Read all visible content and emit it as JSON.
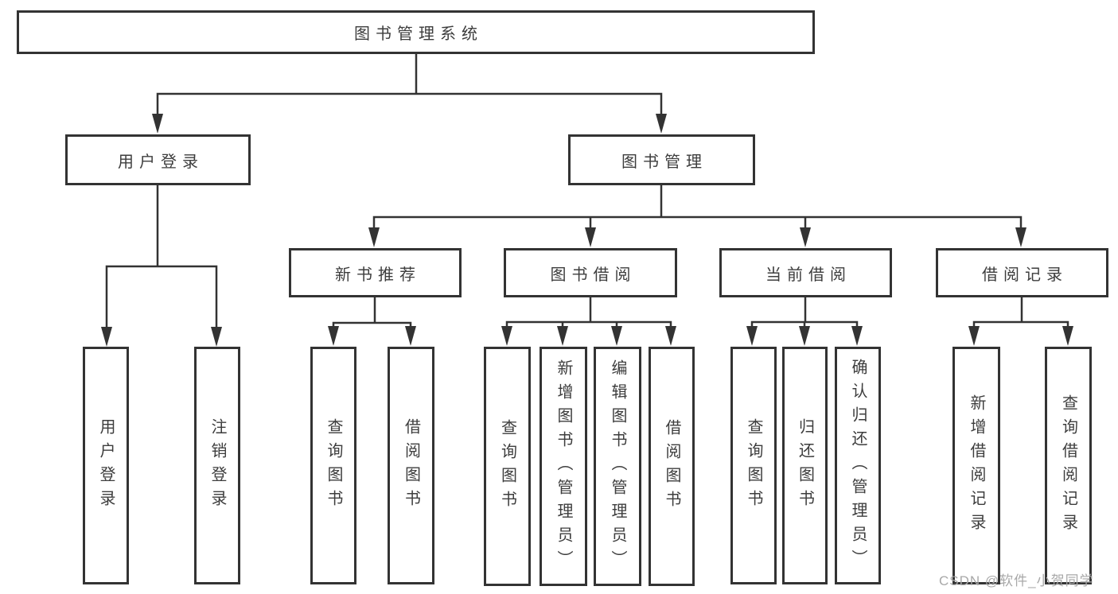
{
  "diagram": {
    "root_label": "图书管理系统",
    "level1": [
      {
        "label": "用户登录",
        "children": [
          "用户登录",
          "注销登录"
        ]
      },
      {
        "label": "图书管理"
      }
    ],
    "level2": [
      {
        "label": "新书推荐",
        "children": [
          "查询图书",
          "借阅图书"
        ]
      },
      {
        "label": "图书借阅",
        "children": [
          "查询图书",
          "新增图书（管理员）",
          "编辑图书（管理员）",
          "借阅图书"
        ]
      },
      {
        "label": "当前借阅",
        "children": [
          "查询图书",
          "归还图书",
          "确认归还（管理员）"
        ]
      },
      {
        "label": "借阅记录",
        "children": [
          "新增借阅记录",
          "查询借阅记录"
        ]
      }
    ],
    "watermark": "CSDN @软件_小贺同学",
    "colors": {
      "line": "#333333",
      "text": "#3d3d3d",
      "watermark": "#a8a8a8",
      "background": "#ffffff"
    }
  }
}
